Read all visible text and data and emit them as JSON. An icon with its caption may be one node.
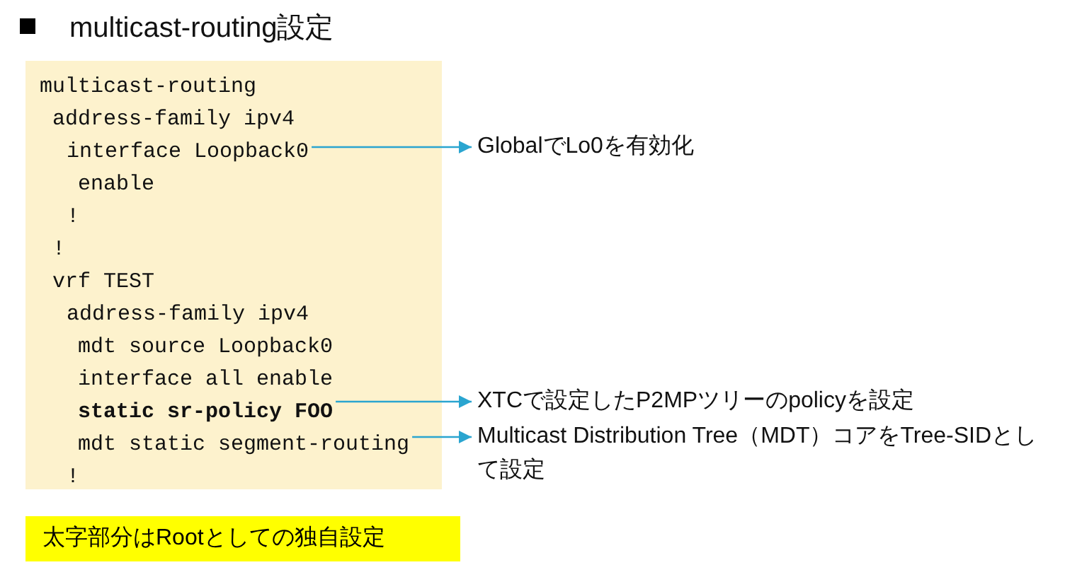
{
  "diagram": {
    "title": "multicast-routing設定",
    "nodes": [
      {
        "text": [],
        "shape": "box"
      },
      {
        "text": [
          "multicast-routing"
        ],
        "in": 0
      },
      {
        "text": [
          "address-family ipv4"
        ],
        "in": 0
      },
      {
        "text": [
          "interface Loopback0"
        ],
        "in": 0
      },
      {
        "text": [
          "enable"
        ],
        "in": 0
      },
      {
        "text": [
          "!"
        ],
        "in": 0
      },
      {
        "text": [
          "!"
        ],
        "in": 0
      },
      {
        "text": [
          "vrf TEST"
        ],
        "in": 0
      },
      {
        "text": [
          "address-family ipv4"
        ],
        "in": 0
      },
      {
        "text": [
          "mdt source Loopback0"
        ],
        "in": 0
      },
      {
        "text": [
          "interface all enable"
        ],
        "in": 0
      },
      {
        "text": [
          "**static sr-policy FOO**"
        ],
        "in": 0
      },
      {
        "text": [
          "mdt static segment-routing"
        ],
        "in": 0
      },
      {
        "text": [
          "!"
        ],
        "in": 0
      },
      {
        "text": [
          "GlobalでLo0を有効化"
        ]
      },
      {
        "text": [
          "XTCで設定したP2MPツリーのpolicyを設定"
        ]
      },
      {
        "text": [
          "Multicast Distribution Tree（MDT）コアをTree-SIDとして設定"
        ]
      },
      {
        "text": [
          "太字部分はRootとしての独自設定"
        ]
      }
    ],
    "edges": [
      {
        "from": 3,
        "to": 14,
        "arrow": "to"
      },
      {
        "from": 11,
        "to": 15,
        "arrow": "to"
      },
      {
        "from": 12,
        "to": 16,
        "arrow": "to"
      }
    ]
  }
}
